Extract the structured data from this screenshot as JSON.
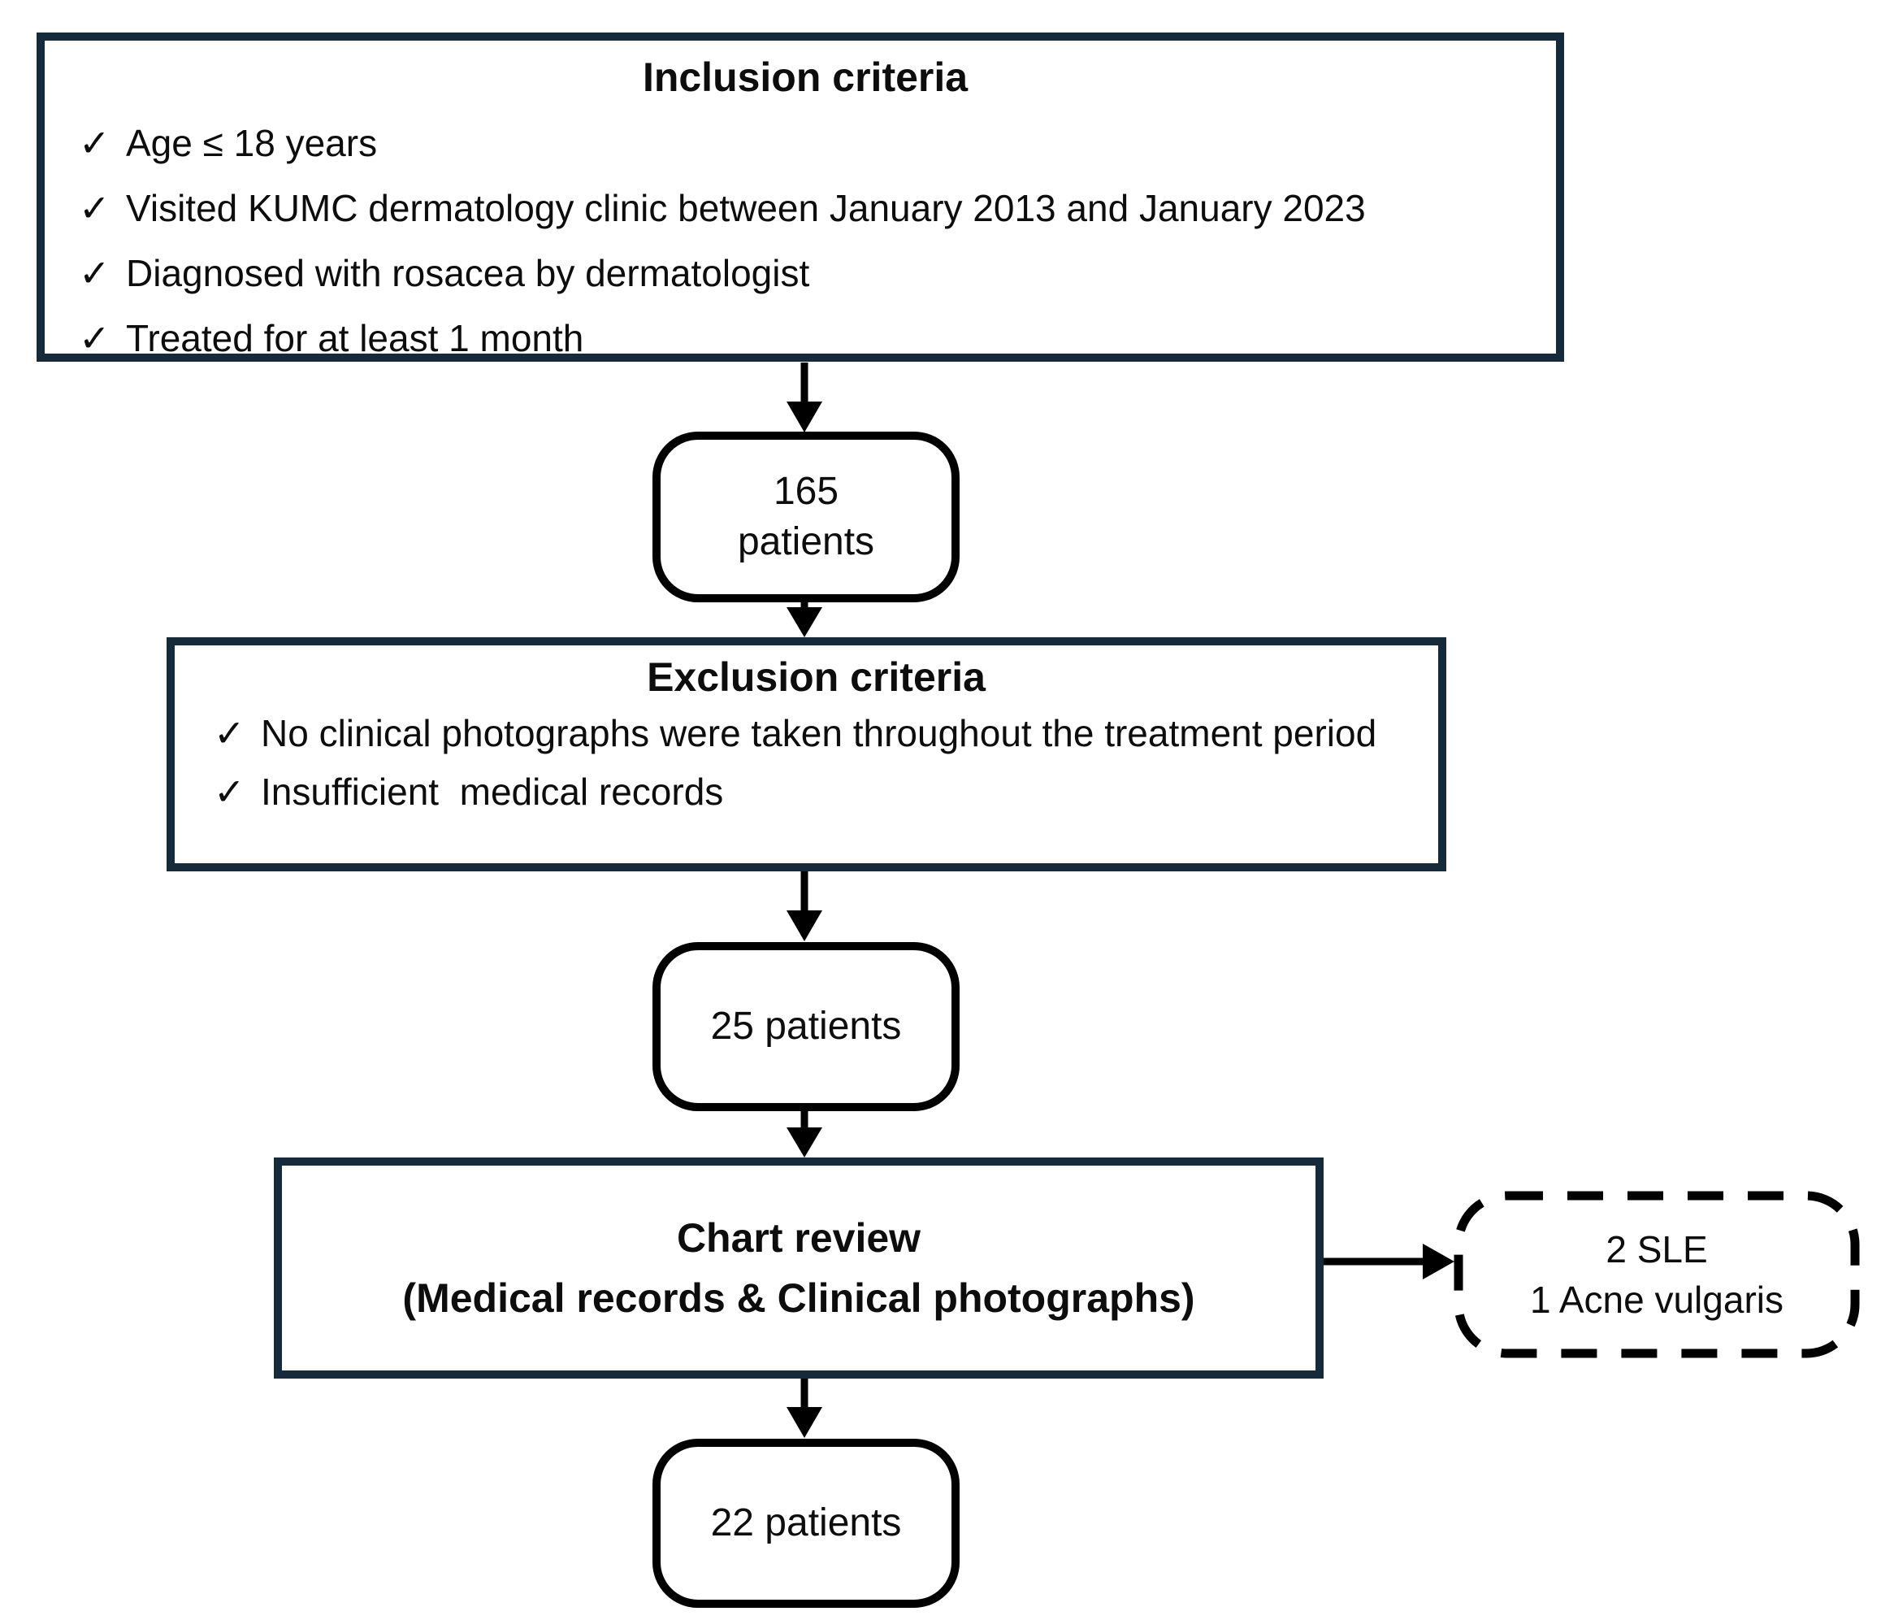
{
  "flow": {
    "check_glyph": "✓",
    "inclusion": {
      "title": "Inclusion criteria",
      "items": [
        "Age ≤ 18 years",
        "Visited KUMC dermatology clinic between January 2013 and January 2023",
        "Diagnosed with rosacea by dermatologist",
        "Treated for at least 1 month"
      ]
    },
    "node_165": {
      "line1": "165",
      "line2": "patients"
    },
    "exclusion": {
      "title": "Exclusion criteria",
      "items": [
        "No clinical photographs were taken throughout the treatment period",
        "Insufficient  medical records"
      ]
    },
    "node_25": {
      "label": "25 patients"
    },
    "chart_review": {
      "line1": "Chart review",
      "line2": "(Medical records & Clinical photographs)"
    },
    "excluded_diagnoses": {
      "line1": "2 SLE",
      "line2": "1 Acne vulgaris"
    },
    "node_22": {
      "label": "22 patients"
    }
  },
  "colors": {
    "criteria_box_border": "#152b3c",
    "shape_border": "#000000",
    "background": "#ffffff",
    "text": "#000000"
  }
}
